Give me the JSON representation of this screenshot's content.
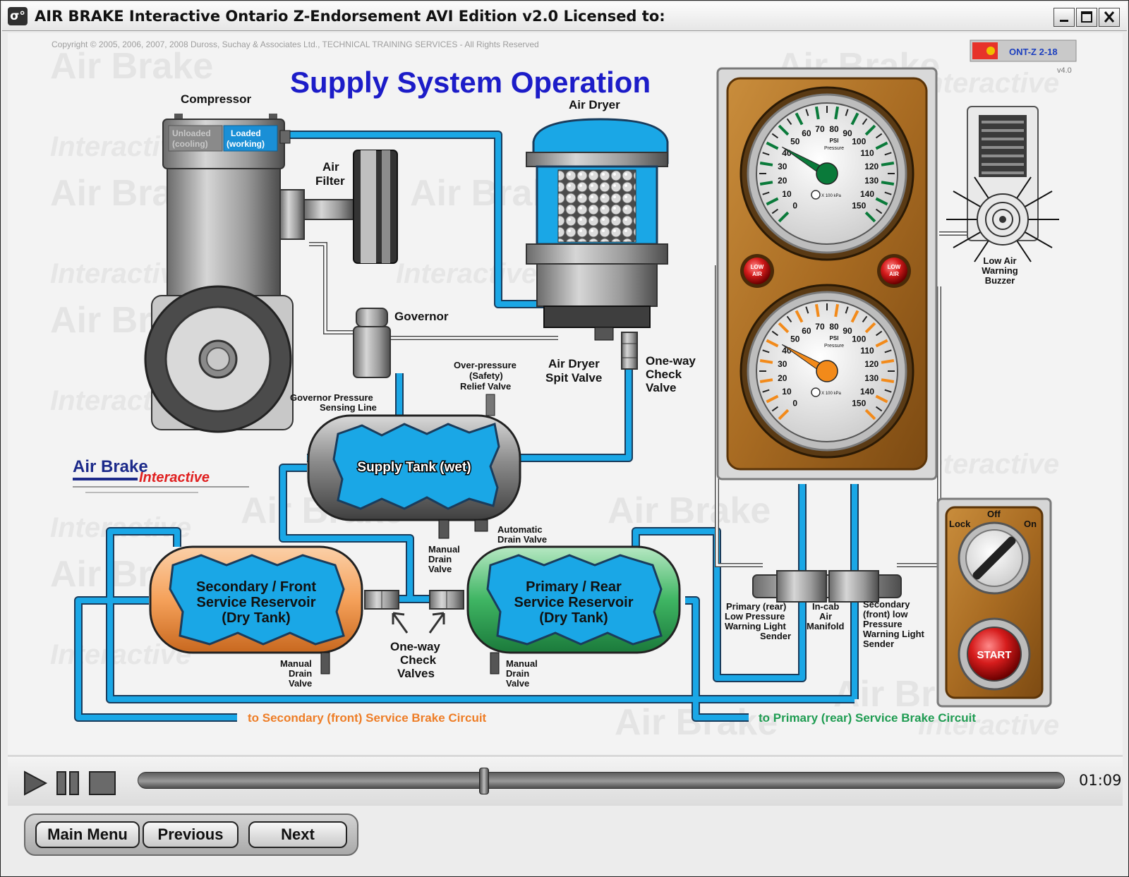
{
  "window": {
    "title": "AIR BRAKE Interactive Ontario Z-Endorsement AVI Edition v2.0  Licensed to:",
    "icon_text": "σ°",
    "controls": [
      "minimize-icon",
      "maximize-icon",
      "close-icon"
    ]
  },
  "header": {
    "copyright": "Copyright © 2005, 2006, 2007, 2008  Duross, Suchay & Associates Ltd., TECHNICAL TRAINING SERVICES - All Rights Reserved",
    "title": "Supply System Operation",
    "badge": "ONT-Z 2-18",
    "version": "v4.0",
    "watermark_word1": "Air Brake",
    "watermark_word2": "Interactive"
  },
  "compressor": {
    "label": "Compressor",
    "unloaded_line1": "Unloaded",
    "unloaded_line2": "(cooling)",
    "loaded_line1": "Loaded",
    "loaded_line2": "(working)"
  },
  "labels": {
    "air_filter_1": "Air",
    "air_filter_2": "Filter",
    "air_dryer": "Air Dryer",
    "governor": "Governor",
    "gov_sensing_1": "Governor Pressure",
    "gov_sensing_2": "Sensing Line",
    "relief_1": "Over-pressure",
    "relief_2": "(Safety)",
    "relief_3": "Relief Valve",
    "spit_1": "Air Dryer",
    "spit_2": "Spit Valve",
    "check_top_1": "One-way",
    "check_top_2": "Check",
    "check_top_3": "Valve",
    "supply_tank": "Supply Tank (wet)",
    "auto_drain_1": "Automatic",
    "auto_drain_2": "Drain Valve",
    "manual_drain_1": "Manual",
    "manual_drain_2": "Drain",
    "manual_drain_3": "Valve",
    "secondary_1": "Secondary /  Front",
    "secondary_2": "Service Reservoir",
    "secondary_3": "(Dry Tank)",
    "primary_1": "Primary / Rear",
    "primary_2": "Service Reservoir",
    "primary_3": "(Dry Tank)",
    "check_bottom_1": "One-way",
    "check_bottom_2": "Check",
    "check_bottom_3": "Valves",
    "to_secondary": "to Secondary (front) Service Brake Circuit",
    "to_primary": "to Primary (rear) Service Brake Circuit",
    "primary_sender_1": "Primary (rear)",
    "primary_sender_2": "Low  Pressure",
    "primary_sender_3": "Warning Light",
    "primary_sender_4": "Sender",
    "manifold_1": "In-cab",
    "manifold_2": "Air",
    "manifold_3": "Manifold",
    "secondary_sender_1": "Secondary",
    "secondary_sender_2": "(front) low",
    "secondary_sender_3": "Pressure",
    "secondary_sender_4": "Warning Light",
    "secondary_sender_5": "Sender",
    "buzzer_1": "Low Air",
    "buzzer_2": "Warning",
    "buzzer_3": "Buzzer",
    "low_air_1": "LOW",
    "low_air_2": "AIR",
    "logo_1": "Air Brake",
    "logo_2": "Interactive"
  },
  "gauges": {
    "unit": "PSI",
    "subunit": "Pressure",
    "kpa": "X 100 kPa",
    "ticks": [
      "0",
      "10",
      "20",
      "30",
      "40",
      "50",
      "60",
      "70",
      "80",
      "90",
      "100",
      "110",
      "120",
      "130",
      "140",
      "150"
    ],
    "top_value_psi": 42,
    "bottom_value_psi": 42,
    "top_needle_color": "#0a7a3a",
    "bottom_needle_color": "#f28a1a"
  },
  "ignition": {
    "lock": "Lock",
    "off": "Off",
    "on": "On",
    "start": "START"
  },
  "player": {
    "progress": 0.374,
    "time": "01:09"
  },
  "nav": {
    "main_menu": "Main Menu",
    "previous": "Previous",
    "next": "Next"
  },
  "colors": {
    "air_line": "#1aa7e6",
    "secondary_tank": "#f5a15a",
    "primary_tank": "#3fb563",
    "secondary_text": "#ee7d26",
    "primary_text": "#1f9c52",
    "title_blue": "#1c1cc8"
  }
}
